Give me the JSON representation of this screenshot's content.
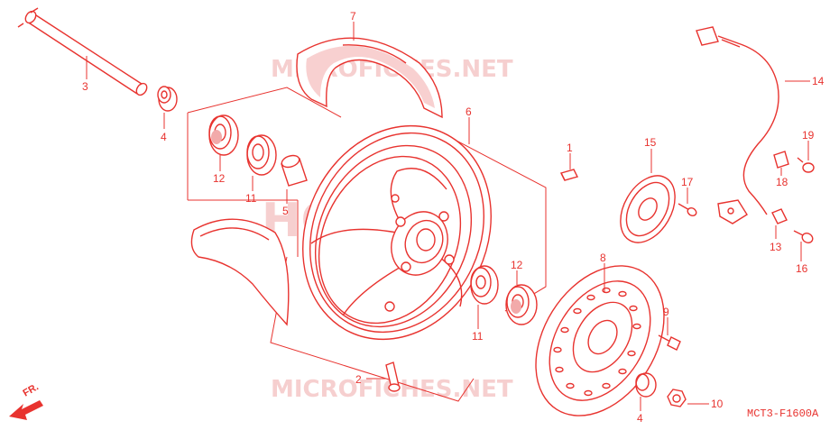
{
  "diagram": {
    "code": "MCT3-F1600A",
    "direction": "FR.",
    "watermarks": [
      "MICROFICHES.NET",
      "HONDA",
      "MICROFICHES.NET"
    ],
    "callouts": [
      "1",
      "2",
      "3",
      "4",
      "4",
      "5",
      "6",
      "7",
      "8",
      "9",
      "10",
      "11",
      "11",
      "12",
      "12",
      "13",
      "14",
      "15",
      "16",
      "17",
      "18",
      "19"
    ]
  },
  "colors": {
    "ink": "#e8332f",
    "watermark": "#f6cfcf",
    "background": "#ffffff"
  }
}
